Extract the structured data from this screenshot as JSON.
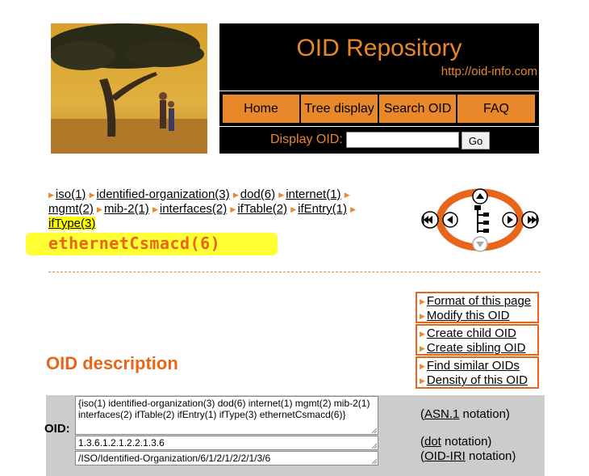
{
  "header": {
    "title": "OID Repository",
    "url": "http://oid-info.com",
    "nav": [
      "Home",
      "Tree display",
      "Search OID",
      "FAQ"
    ],
    "display_label": "Display OID:",
    "display_value": "",
    "go_label": "Go"
  },
  "breadcrumb": [
    "iso(1)",
    "identified-organization(3)",
    "dod(6)",
    "internet(1)",
    "mgmt(2)",
    "mib-2(1)",
    "interfaces(2)",
    "ifTable(2)",
    "ifEntry(1)",
    "ifType(3)"
  ],
  "current_oid": "ethernetCsmacd(6)",
  "menu": {
    "group1": [
      "Format of this page",
      "Modify this OID"
    ],
    "group2": [
      "Create child OID",
      "Create sibling OID"
    ],
    "group3": [
      "Find similar OIDs",
      "Density of this OID"
    ]
  },
  "section_title": "OID description",
  "oid": {
    "label": "OID:",
    "asn1": "{iso(1) identified-organization(3) dod(6) internet(1) mgmt(2) mib-2(1) interfaces(2) ifTable(2) ifEntry(1) ifType(3) ethernetCsmacd(6)}",
    "dot": "1.3.6.1.2.1.2.2.1.3.6",
    "iri": "/ISO/Identified-Organization/6/1/2/1/2/2/1/3/6",
    "asn1_link": "ASN.1",
    "asn1_suffix": " notation)",
    "dot_link": "dot",
    "dot_suffix": " notation)",
    "iri_link": "OID-IRI",
    "iri_suffix": " notation)",
    "open_paren": "("
  },
  "colors": {
    "accent": "#e8882a",
    "accent_dark": "#e8661a",
    "highlight": "#ffff33",
    "table_bg": "#cccccc"
  }
}
